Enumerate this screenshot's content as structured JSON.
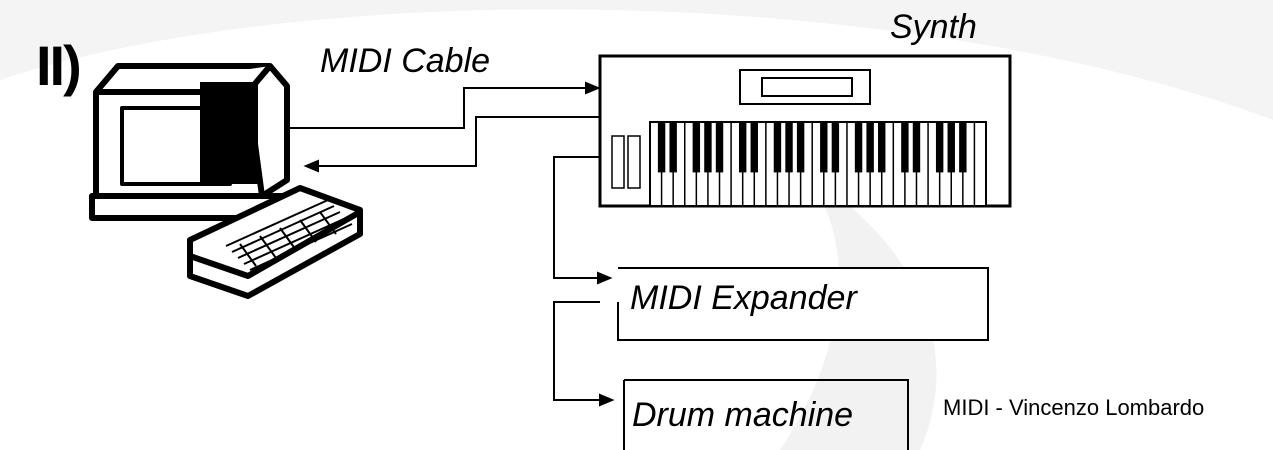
{
  "slide": {
    "heading": "II)",
    "footer": "MIDI - Vincenzo Lombardo"
  },
  "labels": {
    "midi_cable": "MIDI Cable",
    "synth": "Synth",
    "midi_expander": "MIDI Expander",
    "drum_machine": "Drum machine"
  },
  "icons": {
    "computer": "computer-icon",
    "synth": "synthesizer-keyboard-icon"
  },
  "colors": {
    "background": "#ffffff",
    "watermark": "#f3f3f3",
    "ink": "#000000"
  }
}
